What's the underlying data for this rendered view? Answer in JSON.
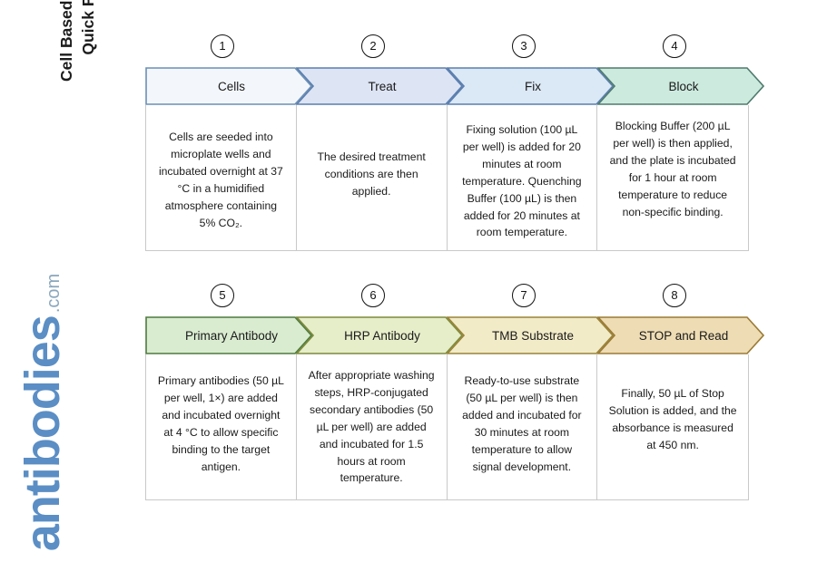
{
  "header": {
    "title_line_1": "Cell Based ELISA Kits",
    "title_line_2": "Quick Protocol"
  },
  "logo": {
    "word": "antibodies",
    "tld": ".com",
    "color": "#5b8ec4"
  },
  "rows": [
    {
      "id": "row-1",
      "steps": [
        {
          "number": "1",
          "label": "Cells",
          "fill": "#f3f7fb",
          "stroke": "#6b8fb5",
          "description": "Cells are seeded into microplate wells and incubated overnight at 37 °C in a humidified atmosphere containing 5% CO₂."
        },
        {
          "number": "2",
          "label": "Treat",
          "fill": "#dde4f4",
          "stroke": "#5a7eae",
          "description": "The desired treatment conditions are then applied."
        },
        {
          "number": "3",
          "label": "Fix",
          "fill": "#dbe8f5",
          "stroke": "#5a7eae",
          "description": "Fixing solution (100 µL per well) is added for 20 minutes at room temperature. Quenching Buffer (100 µL) is then added for 20 minutes at room temperature."
        },
        {
          "number": "4",
          "label": "Block",
          "fill": "#cdeadf",
          "stroke": "#4e7a6d",
          "description": "Blocking Buffer (200 µL per well) is then applied, and the plate is incubated for 1 hour at room temperature to reduce non-specific binding."
        }
      ]
    },
    {
      "id": "row-2",
      "steps": [
        {
          "number": "5",
          "label": "Primary Antibody",
          "fill": "#d9ecd0",
          "stroke": "#4e7a3e",
          "description": "Primary antibodies (50 µL per well, 1×) are added and incubated overnight at 4 °C to allow specific binding to the target antigen."
        },
        {
          "number": "6",
          "label": "HRP Antibody",
          "fill": "#e6edc9",
          "stroke": "#7d8a3a",
          "description": "After appropriate washing steps, HRP-conjugated secondary antibodies (50 µL per well) are added and incubated for 1.5 hours at room temperature."
        },
        {
          "number": "7",
          "label": "TMB Substrate",
          "fill": "#f2ebc8",
          "stroke": "#9a8338",
          "description": "Ready-to-use substrate (50 µL per well) is then added and incubated for 30 minutes at room temperature to allow signal development."
        },
        {
          "number": "8",
          "label": "STOP and Read",
          "fill": "#eedcb4",
          "stroke": "#9a7a35",
          "description": "Finally, 50 µL of Stop Solution is added, and the absorbance is measured at 450 nm."
        }
      ]
    }
  ]
}
